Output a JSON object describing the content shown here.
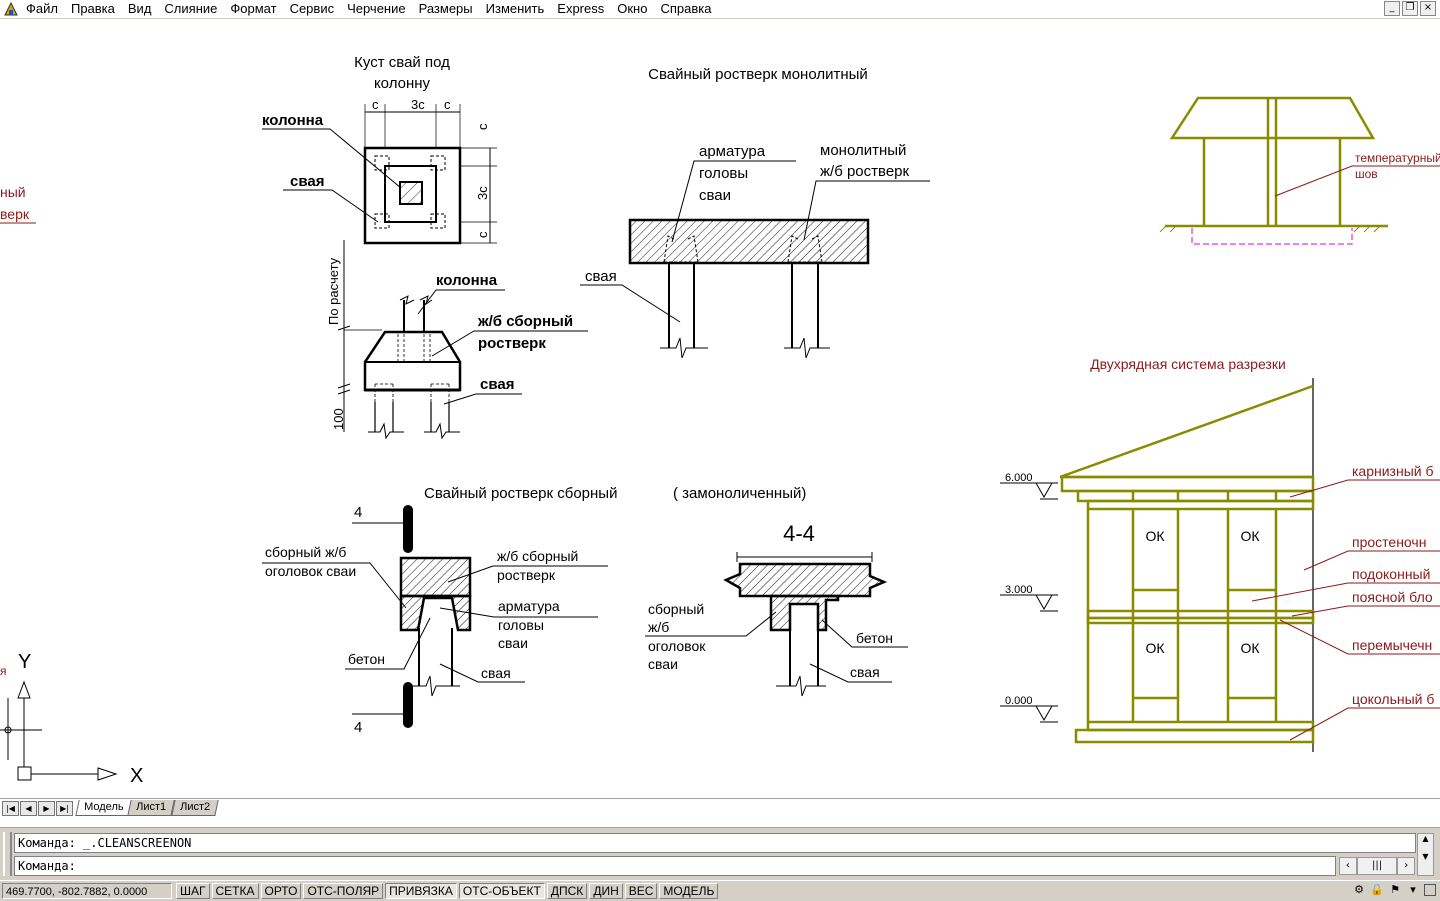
{
  "menubar": {
    "items": [
      "Файл",
      "Правка",
      "Вид",
      "Слияние",
      "Формат",
      "Сервис",
      "Черчение",
      "Размеры",
      "Изменить",
      "Express",
      "Окно",
      "Справка"
    ],
    "window_buttons": [
      "_",
      "❐",
      "×"
    ]
  },
  "drawing": {
    "left_cut": {
      "line1": "ный",
      "line2": "верк",
      "small": "я"
    },
    "kust": {
      "title1": "Куст свай под",
      "title2": "колонну",
      "dim_c": "с",
      "dim_3c": "3с",
      "kolonna": "колонна",
      "svaya": "свая",
      "po_raschetu": "По расчету",
      "dim_100": "100",
      "kolonna2": "колонна",
      "zhb_sborny": "ж/б сборный",
      "rostverk": "ростверк",
      "svaya2": "свая"
    },
    "monolit": {
      "title": "Свайный ростверк монолитный",
      "armatura": "арматура",
      "golovy": "головы",
      "svai": "сваи",
      "monolitny": "монолитный",
      "zhb_rostverk": "ж/б ростверк",
      "svaya": "свая"
    },
    "sborny": {
      "title": "Свайный ростверк сборный",
      "subtitle": "( замоноличенный)",
      "section_mark": "4",
      "ogolovok1": "сборный ж/б",
      "ogolovok2": "оголовок сваи",
      "zhb_sborny": "ж/б сборный",
      "rostverk": "ростверк",
      "armatura": "арматура",
      "golovy": "головы",
      "svai": "сваи",
      "beton": "бетон",
      "svaya": "свая"
    },
    "section44": {
      "title": "4-4",
      "sborny": "сборный",
      "zhb": "ж/б",
      "ogolovok": "оголовок",
      "svai": "сваи",
      "beton": "бетон",
      "svaya": "свая"
    },
    "house": {
      "temp_shov1": "температурный",
      "temp_shov2": "шов"
    },
    "facade": {
      "title": "Двухрядная система разрезки",
      "elev_6": "6.000",
      "elev_3": "3.000",
      "elev_0": "0.000",
      "ok": "ОК",
      "karniz": "карнизный б",
      "prostenoch": "простеночн",
      "podokon": "подоконный",
      "poyasnoy": "поясной бло",
      "peremych": "перемычечн",
      "tsokol": "цокольный б"
    },
    "ucs": {
      "y": "Y",
      "x": "X"
    }
  },
  "tabs": {
    "items": [
      "Модель",
      "Лист1",
      "Лист2"
    ]
  },
  "command": {
    "history": "Команда:  _.CLEANSCREENON",
    "prompt": "Команда:"
  },
  "status": {
    "coords": "469.7700, -802.7882, 0.0000",
    "toggles": [
      "ШАГ",
      "СЕТКА",
      "ОРТО",
      "ОТС-ПОЛЯР",
      "ПРИВЯЗКА",
      "ОТС-ОБЪЕКТ",
      "ДПСК",
      "ДИН",
      "ВЕС",
      "МОДЕЛЬ"
    ],
    "toggles_on": [
      false,
      false,
      false,
      false,
      true,
      true,
      false,
      false,
      false,
      false
    ]
  },
  "colors": {
    "olive": "#8b8b00",
    "red_text": "#8b1a1a",
    "magenta": "#e000e0"
  }
}
